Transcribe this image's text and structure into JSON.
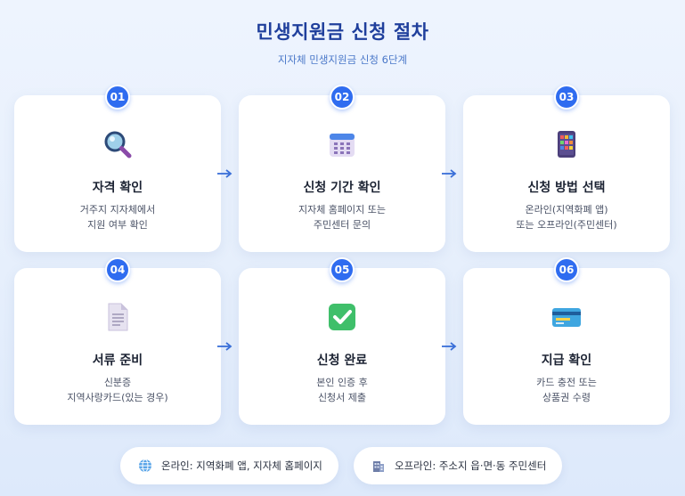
{
  "header": {
    "title": "민생지원금 신청 절차",
    "subtitle": "지자체 민생지원금 신청 6단계"
  },
  "steps": [
    {
      "number": "01",
      "title": "자격 확인",
      "desc": [
        "거주지 지자체에서",
        "지원 여부 확인"
      ],
      "icon": "magnifier-icon"
    },
    {
      "number": "02",
      "title": "신청 기간 확인",
      "desc": [
        "지자체 홈페이지 또는",
        "주민센터 문의"
      ],
      "icon": "calendar-icon"
    },
    {
      "number": "03",
      "title": "신청 방법 선택",
      "desc": [
        "온라인(지역화폐 앱)",
        "또는 오프라인(주민센터)"
      ],
      "icon": "phone-icon"
    },
    {
      "number": "04",
      "title": "서류 준비",
      "desc": [
        "신분증",
        "지역사랑카드(있는 경우)"
      ],
      "icon": "document-icon"
    },
    {
      "number": "05",
      "title": "신청 완료",
      "desc": [
        "본인 인증 후",
        "신청서 제출"
      ],
      "icon": "checkmark-icon"
    },
    {
      "number": "06",
      "title": "지급 확인",
      "desc": [
        "카드 충전 또는",
        "상품권 수령"
      ],
      "icon": "credit-card-icon"
    }
  ],
  "footer": {
    "online": "온라인: 지역화폐 앱, 지자체 홈페이지",
    "offline": "오프라인: 주소지 읍·면·동 주민센터"
  },
  "colors": {
    "accent": "#2f6cf0",
    "title": "#1f3f9c",
    "subtitle": "#4a78c9"
  }
}
